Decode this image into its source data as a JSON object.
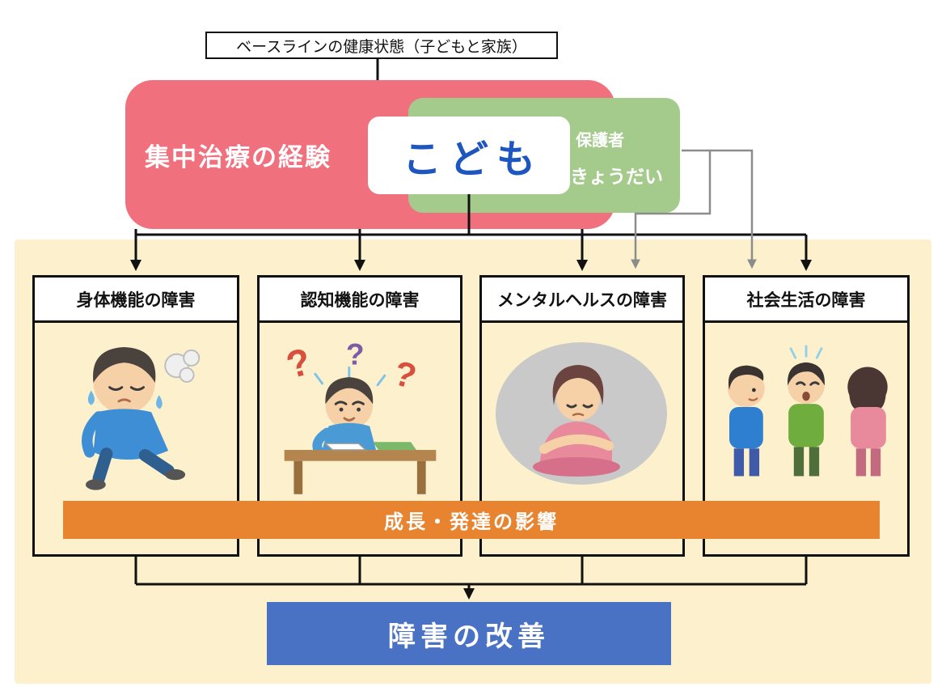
{
  "baseline": {
    "label": "ベースラインの健康状態（子どもと家族）"
  },
  "center": {
    "icu_label": "集中治療の経験",
    "child_label": "こども",
    "guardian_label": "保護者",
    "sibling_label": "きょうだい"
  },
  "domains": [
    {
      "title": "身体機能の障害",
      "illustration": "exhausted-child"
    },
    {
      "title": "認知機能の障害",
      "illustration": "confused-student"
    },
    {
      "title": "メンタルヘルスの障害",
      "illustration": "depressed-child"
    },
    {
      "title": "社会生活の障害",
      "illustration": "peer-trouble"
    }
  ],
  "growth": {
    "label": "成長・発達の影響"
  },
  "outcome": {
    "label": "障害の改善"
  },
  "glyphs": {
    "question_mark": "?"
  },
  "colors": {
    "icu_red": "#f1707e",
    "family_green": "#a4cb8c",
    "child_text_blue": "#1d56c0",
    "panel_cream": "#fcf1cc",
    "growth_orange": "#e8832f",
    "outcome_blue": "#4a72c4",
    "arrow_black": "#111111",
    "arrow_gray": "#8c8c8c"
  }
}
